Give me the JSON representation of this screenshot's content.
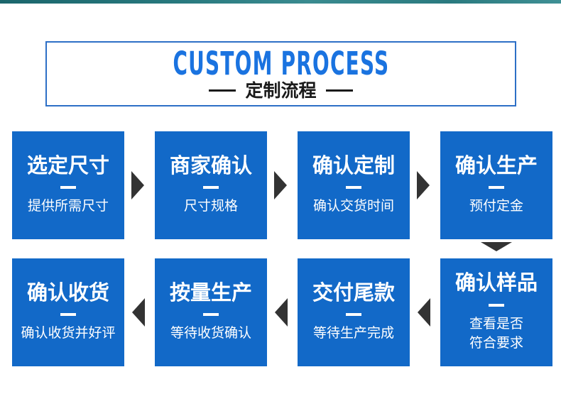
{
  "header": {
    "title_en": "CUSTOM PROCESS",
    "title_zh": "定制流程"
  },
  "steps": [
    {
      "title": "选定尺寸",
      "subtitle_lines": [
        "提供所需尺寸"
      ]
    },
    {
      "title": "商家确认",
      "subtitle_lines": [
        "尺寸规格"
      ]
    },
    {
      "title": "确认定制",
      "subtitle_lines": [
        "确认交货时间"
      ]
    },
    {
      "title": "确认生产",
      "subtitle_lines": [
        "预付定金"
      ]
    },
    {
      "title": "确认样品",
      "subtitle_lines": [
        "查看是否",
        "符合要求"
      ]
    },
    {
      "title": "交付尾款",
      "subtitle_lines": [
        "等待生产完成"
      ]
    },
    {
      "title": "按量生产",
      "subtitle_lines": [
        "等待收货确认"
      ]
    },
    {
      "title": "确认收货",
      "subtitle_lines": [
        "确认收货并好评"
      ]
    }
  ],
  "colors": {
    "box_blue": "#1269c8",
    "accent_blue": "#1a73e0",
    "header_border_blue": "#2d6fc6",
    "arrow_dark": "#333333",
    "topbar_teal": "#27787d",
    "text_white": "#ffffff",
    "text_black": "#1a1a1a"
  }
}
